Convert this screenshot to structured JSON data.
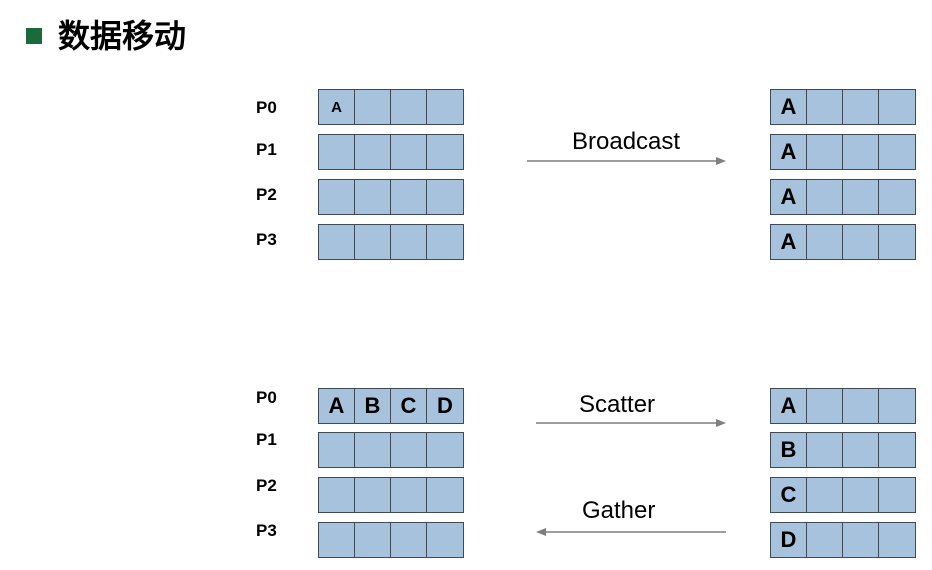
{
  "title": "数据移动",
  "processes": [
    "P0",
    "P1",
    "P2",
    "P3"
  ],
  "broadcast": {
    "label": "Broadcast",
    "source_rows": [
      [
        "A",
        "",
        "",
        ""
      ],
      [
        "",
        "",
        "",
        ""
      ],
      [
        "",
        "",
        "",
        ""
      ],
      [
        "",
        "",
        "",
        ""
      ]
    ],
    "result_rows": [
      [
        "A",
        "",
        "",
        ""
      ],
      [
        "A",
        "",
        "",
        ""
      ],
      [
        "A",
        "",
        "",
        ""
      ],
      [
        "A",
        "",
        "",
        ""
      ]
    ]
  },
  "scatter_gather": {
    "scatter_label": "Scatter",
    "gather_label": "Gather",
    "source_rows": [
      [
        "A",
        "B",
        "C",
        "D"
      ],
      [
        "",
        "",
        "",
        ""
      ],
      [
        "",
        "",
        "",
        ""
      ],
      [
        "",
        "",
        "",
        ""
      ]
    ],
    "result_rows": [
      [
        "A",
        "",
        "",
        ""
      ],
      [
        "B",
        "",
        "",
        ""
      ],
      [
        "C",
        "",
        "",
        ""
      ],
      [
        "D",
        "",
        "",
        ""
      ]
    ]
  },
  "colors": {
    "cell_fill": "#a7c2dc",
    "cell_border": "#3f4a56",
    "bullet": "#1b6b3a",
    "arrow": "#7f7f7f"
  }
}
